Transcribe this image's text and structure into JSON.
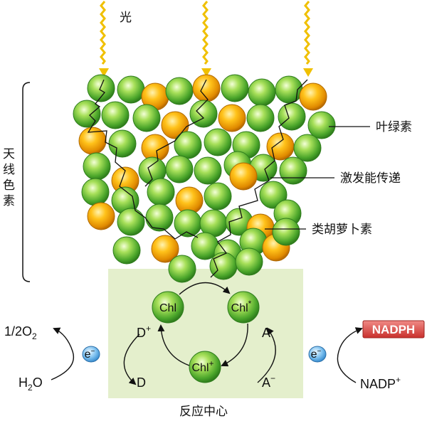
{
  "labels": {
    "light": "光",
    "antenna_1": "天",
    "antenna_2": "线",
    "antenna_3": "色",
    "antenna_4": "素",
    "chlorophyll": "叶绿素",
    "energy_transfer": "激发能传递",
    "carotenoid": "类胡萝卜素",
    "reaction_center": "反应中心"
  },
  "reaction": {
    "chl": "Chl",
    "chl_star": "Chl",
    "chl_star_sup": "*",
    "chl_plus": "Chl",
    "chl_plus_sup": "+",
    "d_plus": "D",
    "d_plus_sup": "+",
    "d": "D",
    "a": "A",
    "a_minus": "A",
    "a_minus_sup": "−",
    "electron": "e",
    "electron_sup": "−",
    "oxygen_prefix": "1/2O",
    "oxygen_sub": "2",
    "water_prefix": "H",
    "water_sub": "2",
    "water_suffix": "O",
    "nadph": "NADPH",
    "nadp": "NADP",
    "nadp_sup": "+"
  },
  "colors": {
    "chlorophyll_green": "#6cc23a",
    "carotenoid_orange": "#f2a20c",
    "light_yellow": "#f0c000",
    "reaction_center_bg": "#e4efcc",
    "electron_blue": "#5aa9e6",
    "nadph_red": "#d9534f"
  }
}
